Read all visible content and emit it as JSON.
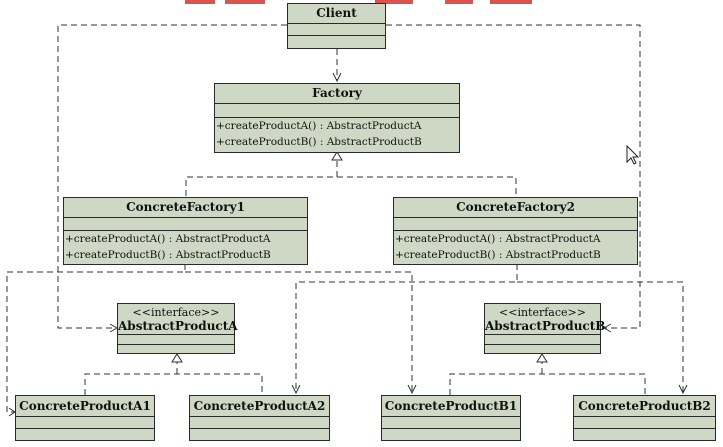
{
  "classes": {
    "client": {
      "name": "Client"
    },
    "factory": {
      "name": "Factory",
      "ops": [
        "+createProductA() : AbstractProductA",
        "+createProductB() : AbstractProductB"
      ]
    },
    "concrete_factory_1": {
      "name": "ConcreteFactory1",
      "ops": [
        "+createProductA() : AbstractProductA",
        "+createProductB() : AbstractProductB"
      ]
    },
    "concrete_factory_2": {
      "name": "ConcreteFactory2",
      "ops": [
        "+createProductA() : AbstractProductA",
        "+createProductB() : AbstractProductB"
      ]
    },
    "abstract_product_a": {
      "stereotype": "<<interface>>",
      "name": "AbstractProductA"
    },
    "abstract_product_b": {
      "stereotype": "<<interface>>",
      "name": "AbstractProductB"
    },
    "concrete_product_a1": {
      "name": "ConcreteProductA1"
    },
    "concrete_product_a2": {
      "name": "ConcreteProductA2"
    },
    "concrete_product_b1": {
      "name": "ConcreteProductB1"
    },
    "concrete_product_b2": {
      "name": "ConcreteProductB2"
    }
  },
  "colors": {
    "class_fill": "#cfd8c4",
    "line": "#333333",
    "accent_header": "#d9534f"
  },
  "icons": {
    "cursor": "mouse-pointer-icon"
  }
}
